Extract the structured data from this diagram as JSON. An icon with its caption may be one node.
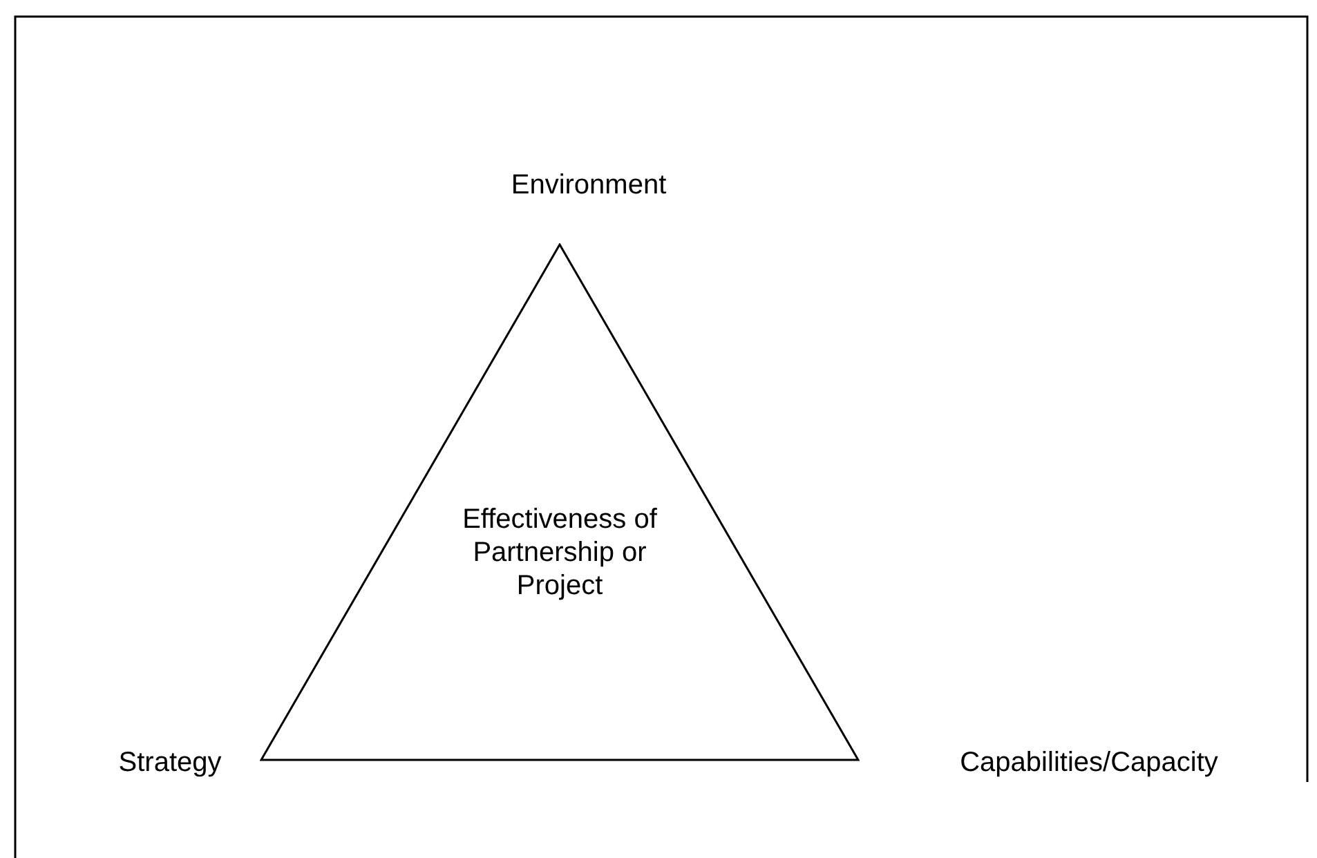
{
  "diagram": {
    "nodes": [
      {
        "text": [
          "Effectiveness of Partnership or Project"
        ]
      }
    ],
    "labels": [
      "Environment",
      "Strategy",
      "Capabilities/Capacity"
    ]
  }
}
